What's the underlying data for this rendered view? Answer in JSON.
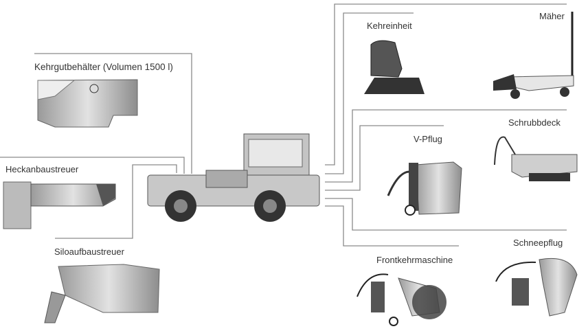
{
  "labels": {
    "kehrgut": "Kehrgutbehälter (Volumen 1500 l)",
    "heckan": "Heckanbaustreuer",
    "silo": "Siloaufbaustreuer",
    "kehreinheit": "Kehreinheit",
    "maeher": "Mäher",
    "schrubbdeck": "Schrubbdeck",
    "vpflug": "V-Pflug",
    "frontkehr": "Frontkehrmaschine",
    "schneepflug": "Schneepflug"
  },
  "colors": {
    "line": "#8a8a8a",
    "metal": "#b9b9b9",
    "dark": "#444444"
  }
}
